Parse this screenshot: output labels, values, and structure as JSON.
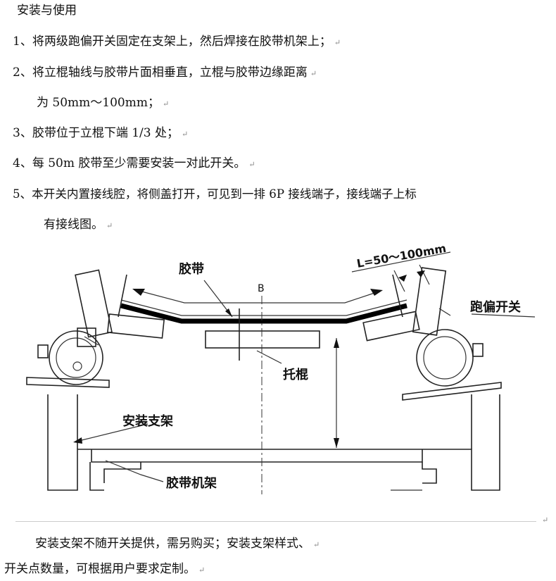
{
  "document": {
    "heading": "安装与使用",
    "items": [
      "1、将两级跑偏开关固定在支架上，然后焊接在胶带机架上；",
      "2、将立棍轴线与胶带片面相垂直，立棍与胶带边缘距离",
      "为 50mm～100mm；",
      "3、胶带位于立棍下端 1/3 处；",
      "4、每 50m 胶带至少需要安装一对此开关。",
      "5、本开关内置接线腔，将侧盖打开，可见到一排 6P 接线端子，接线端子上标",
      "有接线图。"
    ],
    "notes": [
      "安装支架不随开关提供，需另购买；安装支架样式、",
      "开关点数量，可根据用户要求定制。"
    ],
    "return_mark": "↵"
  },
  "diagram": {
    "label_belt": "胶带",
    "label_b": "B",
    "label_dim": "L=50～100mm",
    "label_switch": "跑偏开关",
    "label_roller": "托棍",
    "label_bracket": "安装支架",
    "label_frame": "胶带机架"
  }
}
